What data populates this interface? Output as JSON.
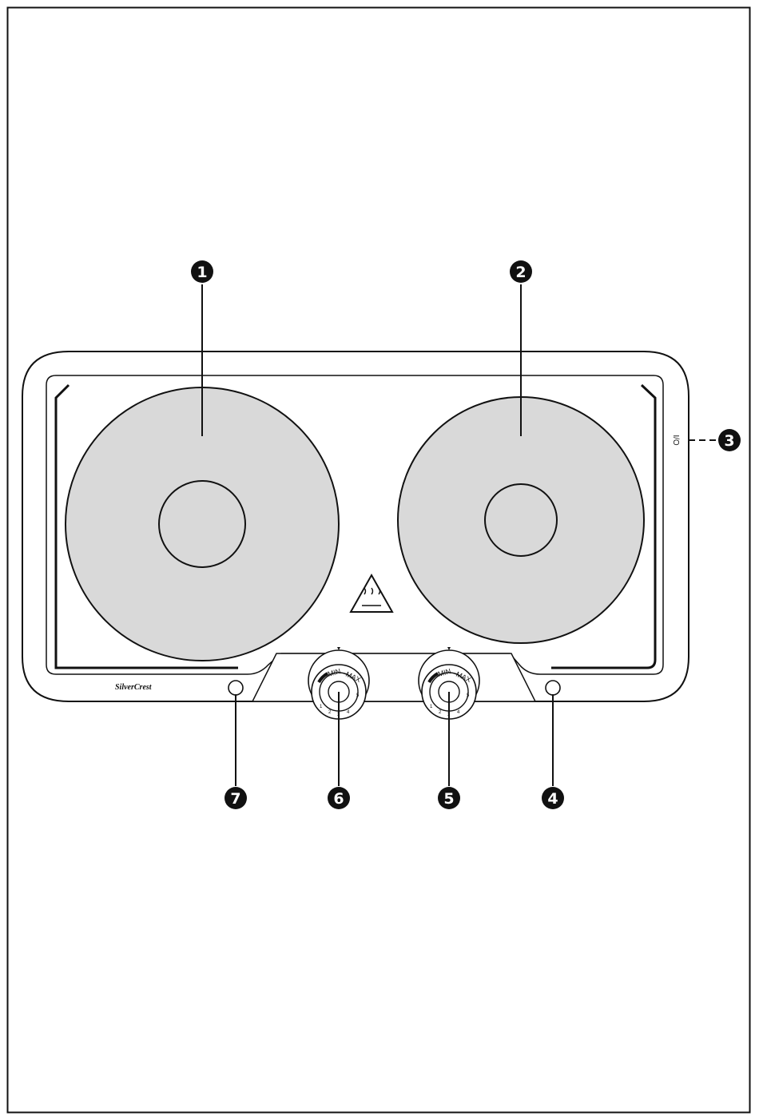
{
  "document": {
    "brand": "SilverCrest",
    "switch_label": "I/O"
  },
  "callouts": [
    {
      "id": "1",
      "label": "1"
    },
    {
      "id": "2",
      "label": "2"
    },
    {
      "id": "3",
      "label": "3"
    },
    {
      "id": "4",
      "label": "4"
    },
    {
      "id": "5",
      "label": "5"
    },
    {
      "id": "6",
      "label": "6"
    },
    {
      "id": "7",
      "label": "7"
    }
  ],
  "knobs": {
    "min_label": "MIN",
    "max_label": "MAX",
    "scale": [
      "1",
      "2",
      "3",
      "4",
      "5"
    ]
  },
  "colors": {
    "line": "#111111",
    "plate_fill": "#d9d9d9",
    "background": "#ffffff"
  },
  "icons": {
    "warning": "hot-surface-warning-icon"
  }
}
